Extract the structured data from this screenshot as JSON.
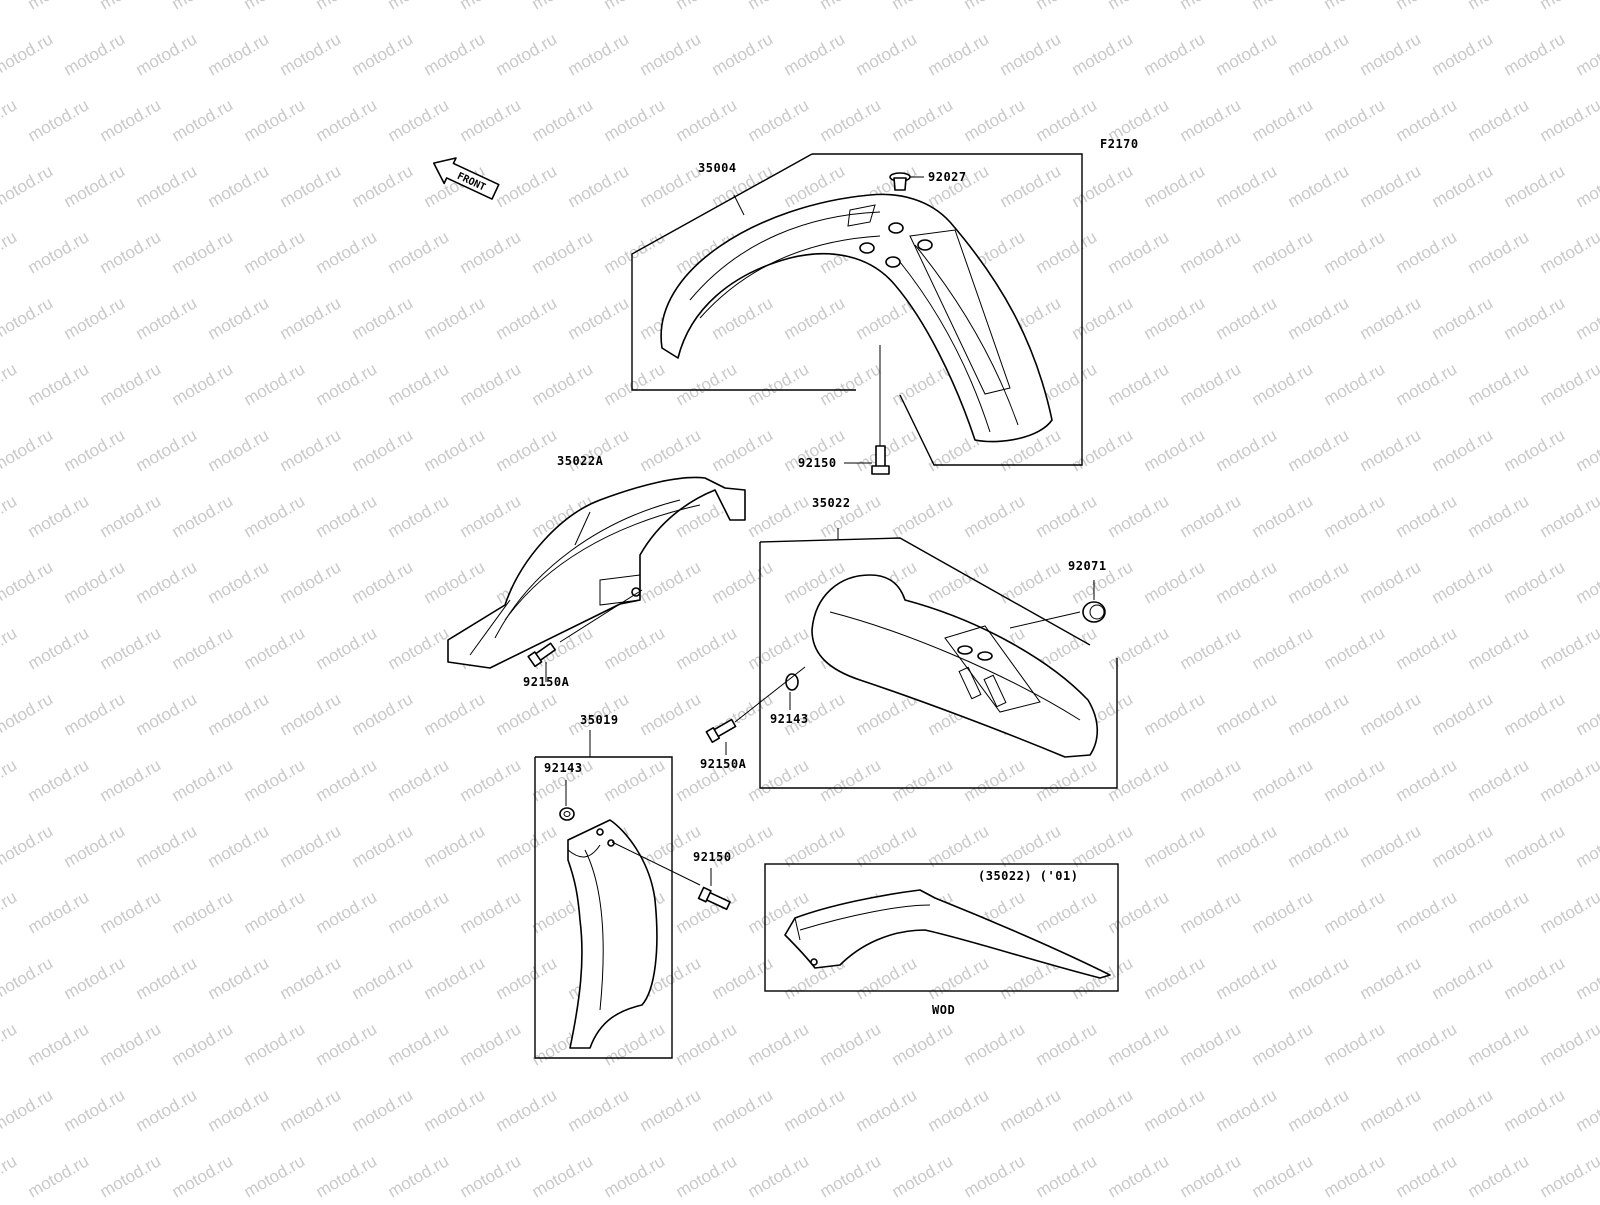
{
  "watermark": {
    "text": "motod.ru",
    "color": "#c9c9c9"
  },
  "diagram": {
    "code": "F2170",
    "front_arrow": "FRONT",
    "variant_label": "(35022) ('01)",
    "variant_note": "WOD",
    "callouts": [
      {
        "id": "p35004",
        "text": "35004"
      },
      {
        "id": "p92027",
        "text": "92027"
      },
      {
        "id": "p92150_top",
        "text": "92150"
      },
      {
        "id": "p35022A",
        "text": "35022A"
      },
      {
        "id": "p35022",
        "text": "35022"
      },
      {
        "id": "p92071",
        "text": "92071"
      },
      {
        "id": "p92150A_left",
        "text": "92150A"
      },
      {
        "id": "p92143_mid",
        "text": "92143"
      },
      {
        "id": "p92150A_mid",
        "text": "92150A"
      },
      {
        "id": "p35019",
        "text": "35019"
      },
      {
        "id": "p92143_low",
        "text": "92143"
      },
      {
        "id": "p92150_low",
        "text": "92150"
      }
    ]
  }
}
